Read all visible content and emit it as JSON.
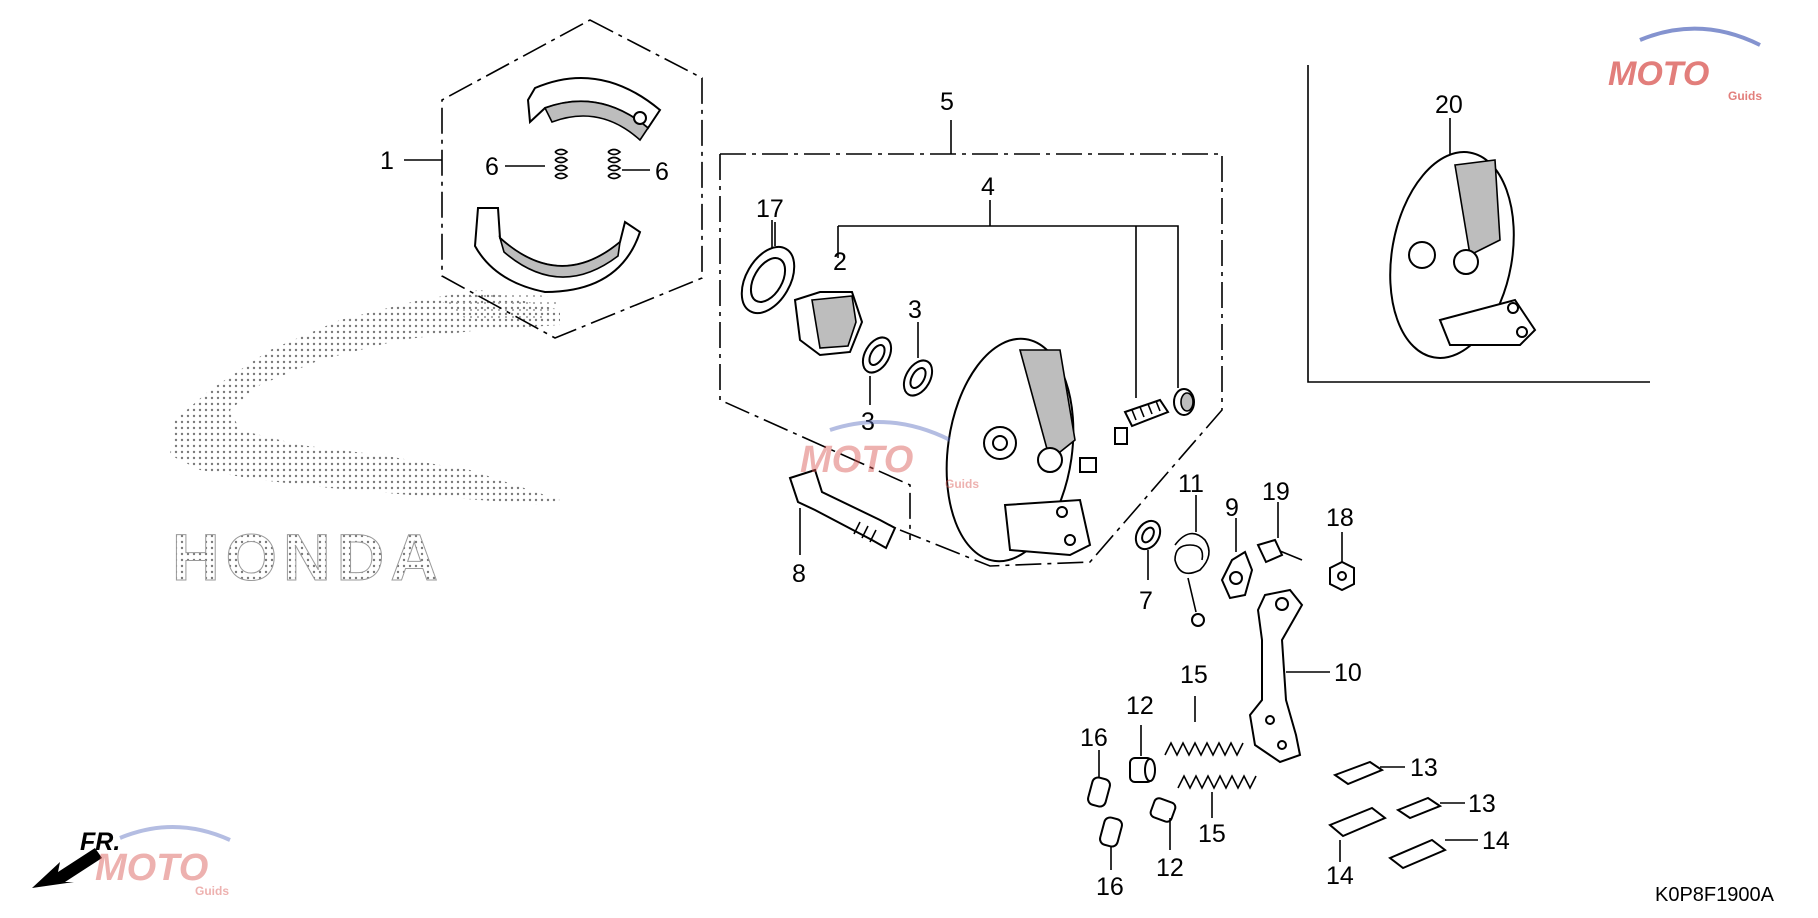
{
  "diagram_code": "K0P8F1900A",
  "front_arrow_label": "FR.",
  "brand_logo_text": "HONDA",
  "watermark": {
    "name": "MOTO",
    "tag": "Guids"
  },
  "callouts": [
    "1",
    "2",
    "3",
    "4",
    "5",
    "6",
    "7",
    "8",
    "9",
    "10",
    "11",
    "12",
    "13",
    "14",
    "15",
    "16",
    "17",
    "18",
    "19",
    "20"
  ],
  "colors": {
    "line": "#000000",
    "watermark_red": "#d9534f",
    "watermark_blue": "#5b6fbf",
    "dots": "#7a7a7a"
  }
}
